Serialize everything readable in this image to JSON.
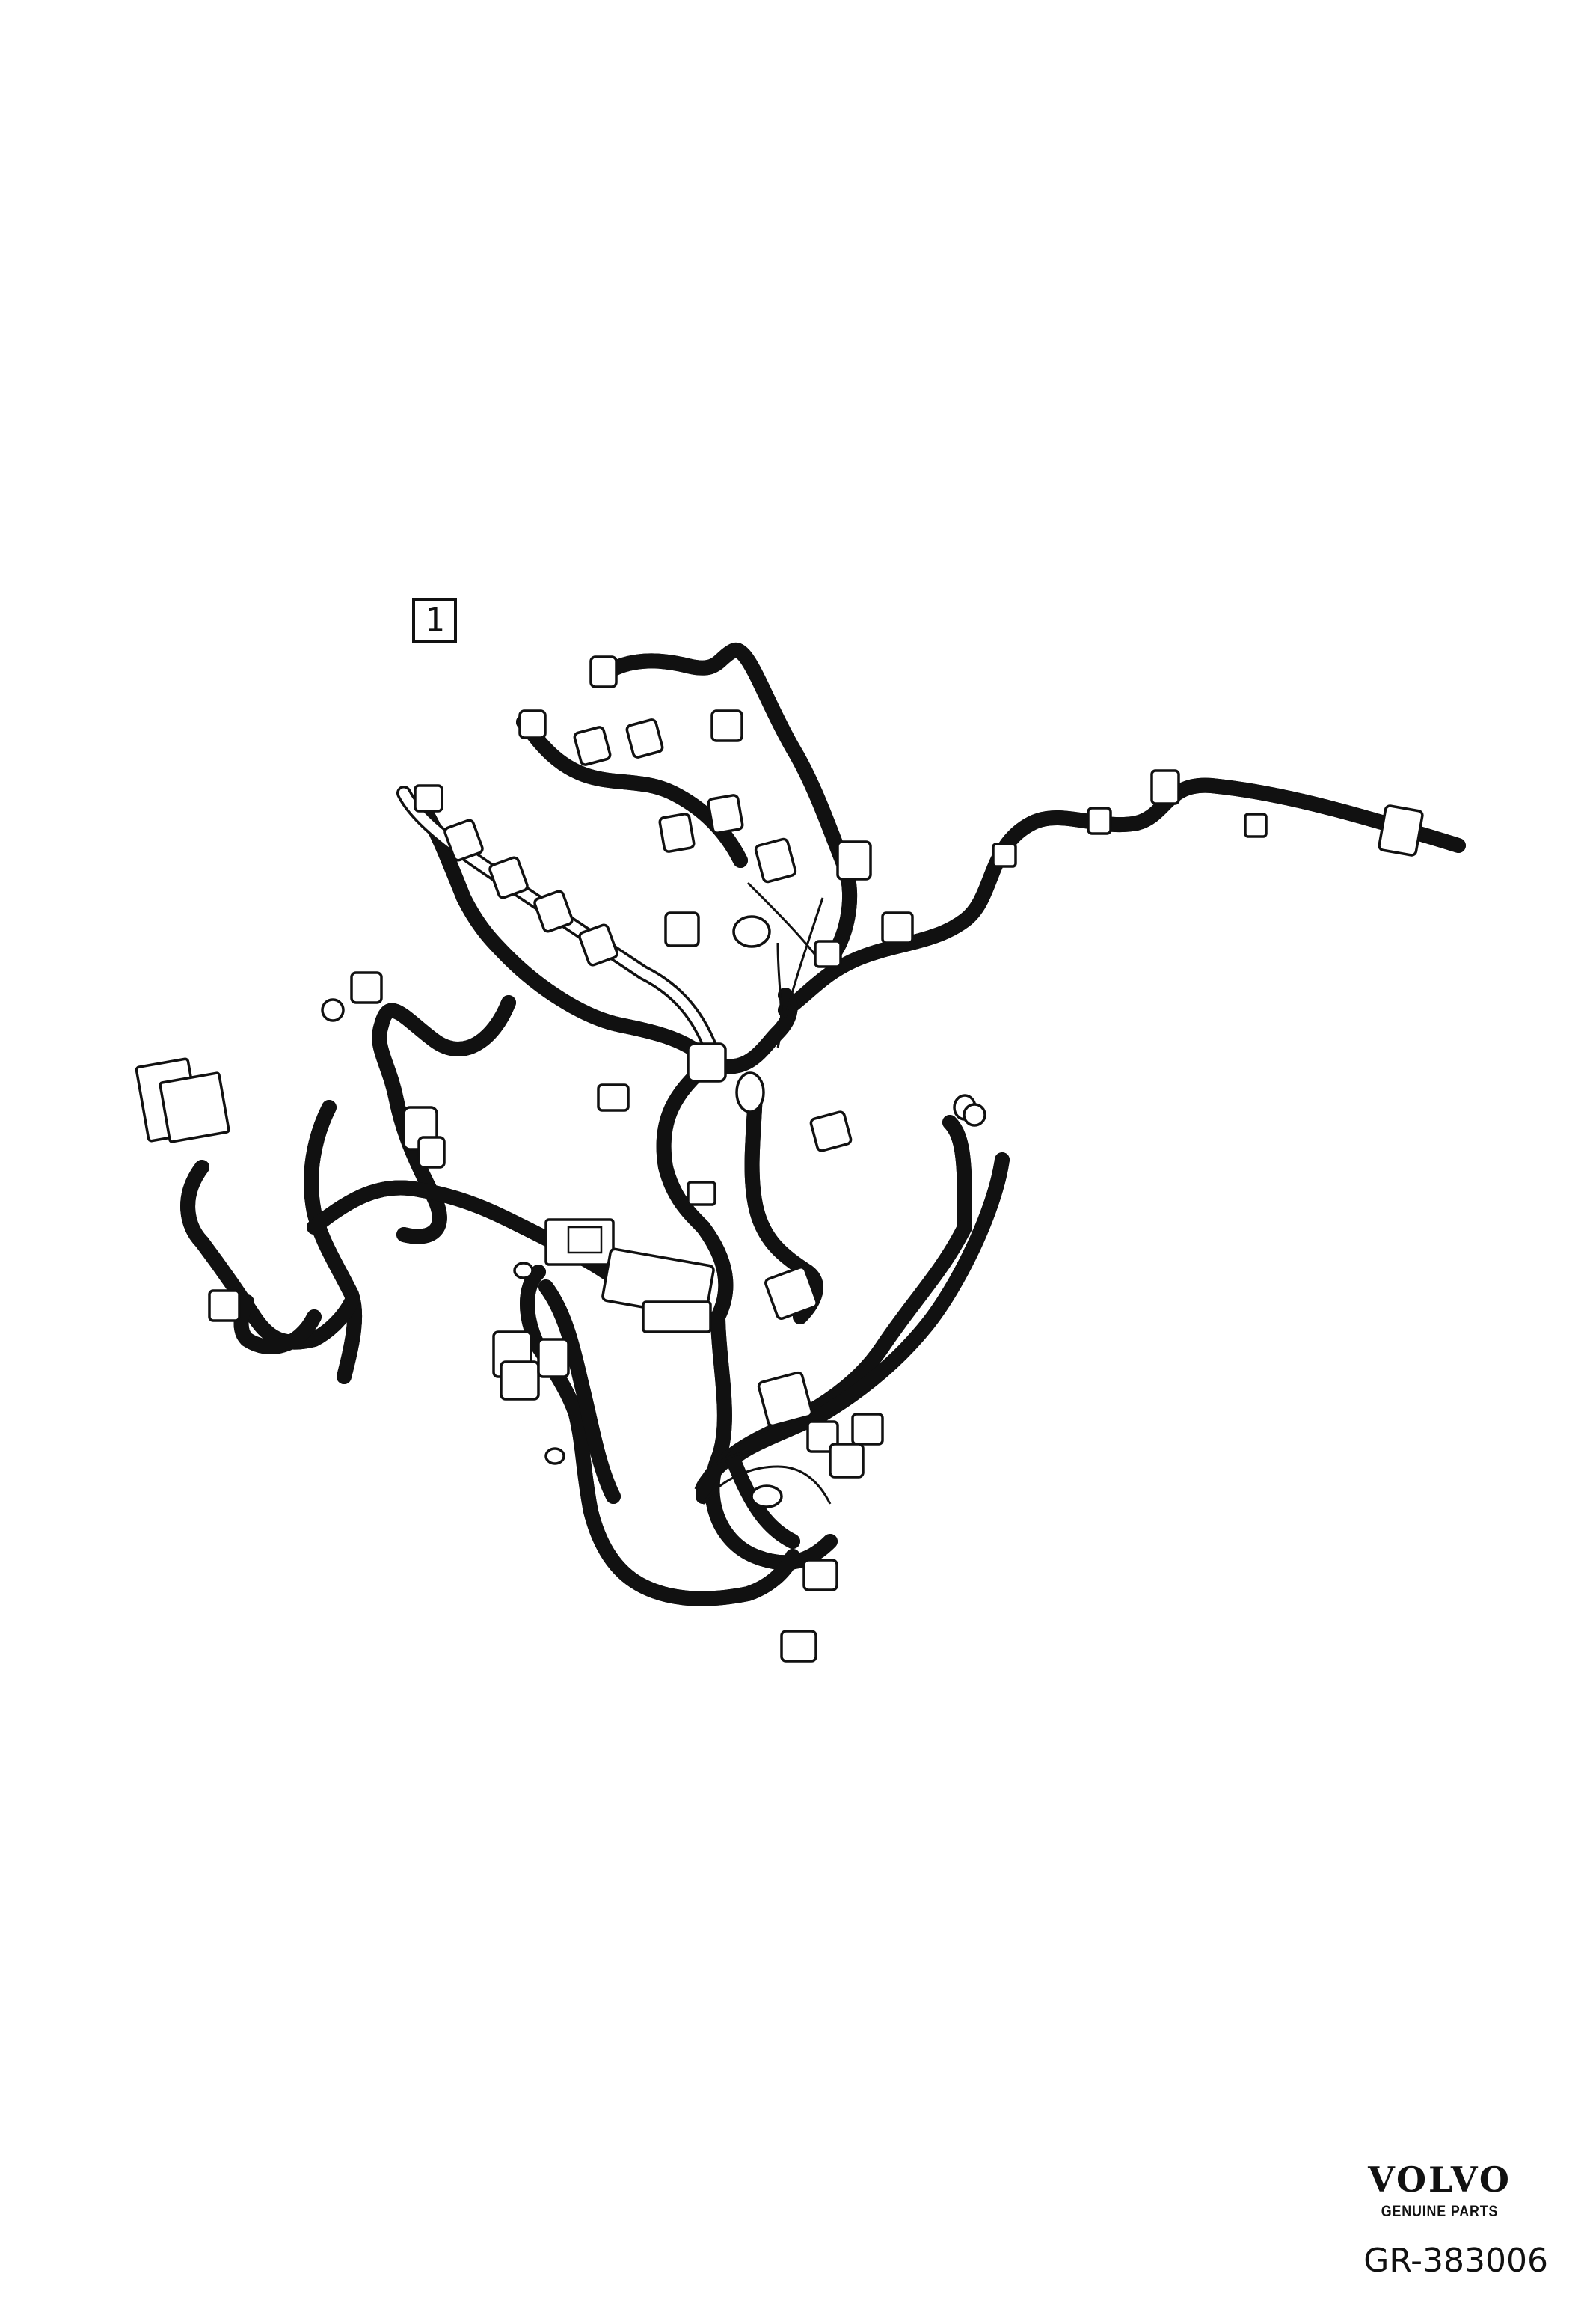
{
  "callout": {
    "number": "1"
  },
  "branding": {
    "logo_text": "VOLVO",
    "subtitle": "GENUINE PARTS",
    "reference": "GR-383006"
  },
  "colors": {
    "stroke": "#111111",
    "background": "#ffffff"
  }
}
